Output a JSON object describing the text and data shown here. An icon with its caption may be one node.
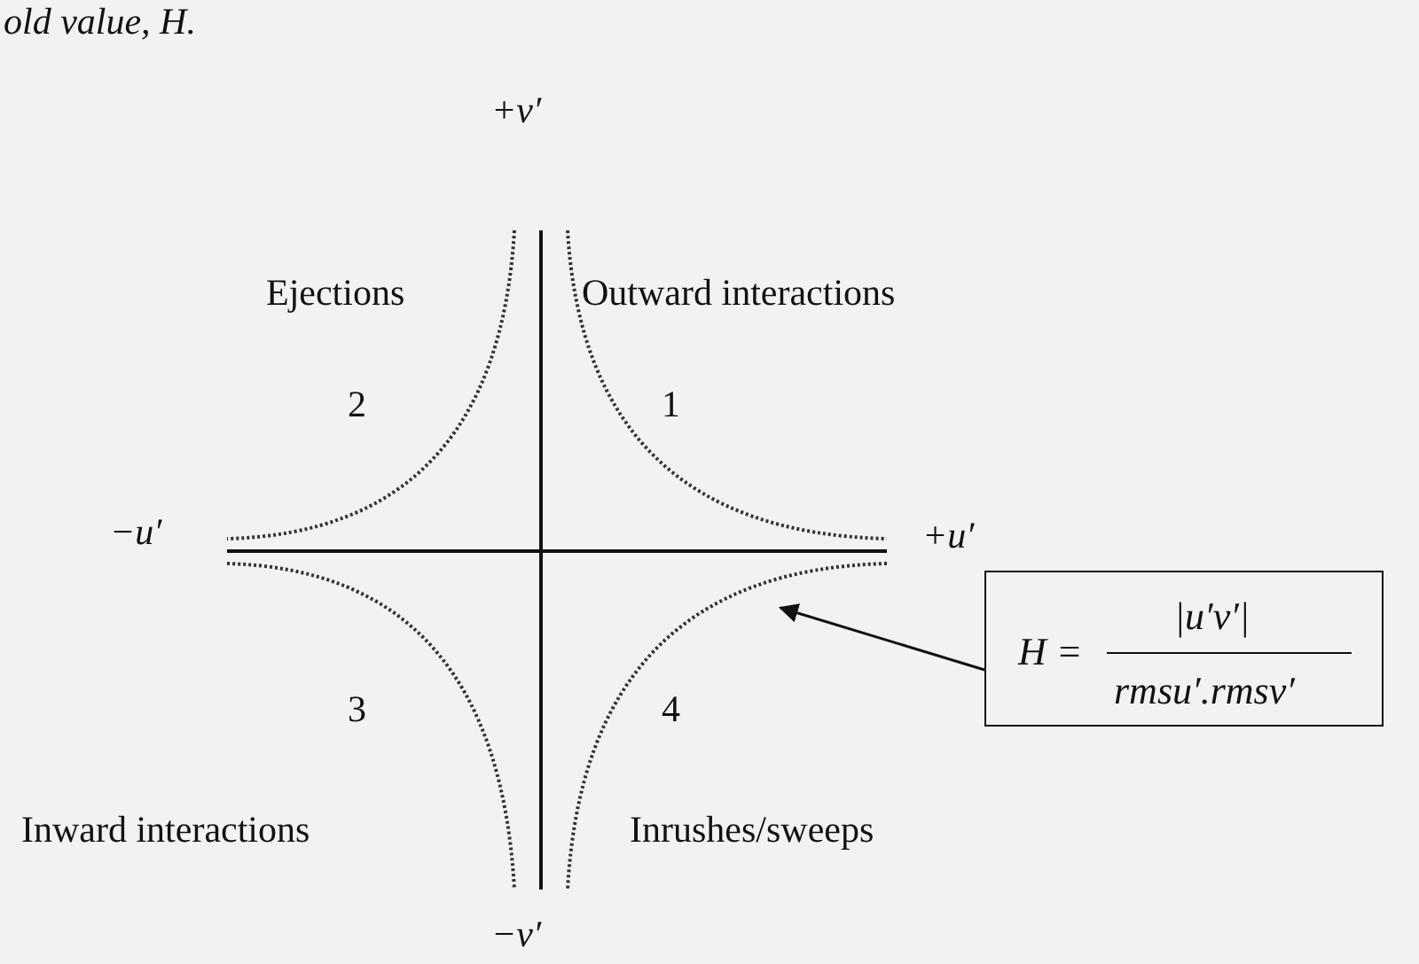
{
  "diagram": {
    "nodes": [
      {
        "text": [
          "H =",
          "|u′v′|",
          "rmsu′.rmsv′"
        ]
      },
      {
        "text": [],
        "shape": "curve"
      }
    ],
    "edges": [
      {
        "from": 0,
        "to": 1,
        "arrow": "to"
      }
    ],
    "labels": [
      "old value, H.",
      "+v′",
      "Ejections",
      "Outward interactions",
      "2",
      "1",
      "−u′",
      "+u′",
      "3",
      "4",
      "Inward interactions",
      "Inrushes/sweeps",
      "−v′"
    ]
  }
}
